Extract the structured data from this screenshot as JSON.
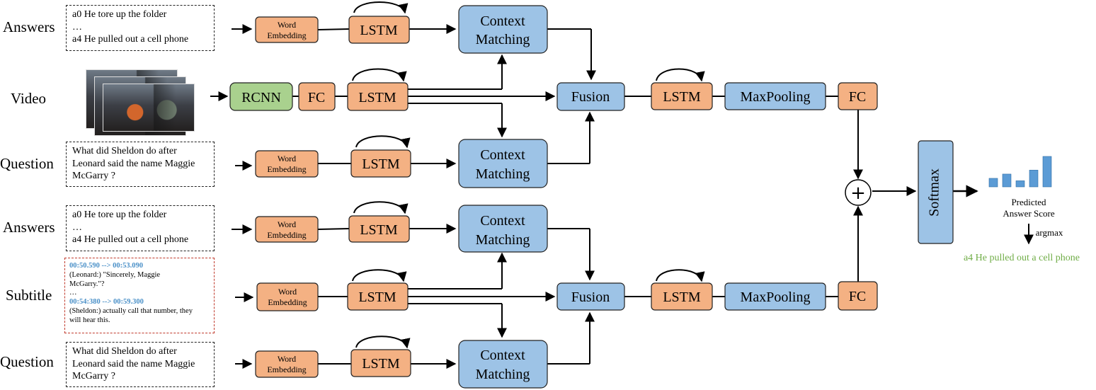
{
  "labels": {
    "answers": "Answers",
    "video": "Video",
    "question": "Question",
    "subtitle": "Subtitle"
  },
  "answers_box": {
    "line1": "a0 He tore up the folder",
    "line2": "…",
    "line3": "a4 He pulled  out a cell  phone"
  },
  "question_box": {
    "line1": "What did Sheldon do after",
    "line2": "Leonard said the name Maggie",
    "line3": "McGarry ?"
  },
  "subtitle_box": {
    "ts1": "00:50.590 --> 00:53.090",
    "line1": "(Leonard:) \"Sincerely, Maggie",
    "line2": "McGarry.\"?",
    "line3": "…",
    "ts2": "00:54:380 --> 00:59.300",
    "line4": "(Sheldon:) actually call that number, they",
    "line5": "will hear this."
  },
  "blocks": {
    "word_embedding_1": "Word",
    "word_embedding_2": "Embedding",
    "lstm": "LSTM",
    "context": "Context",
    "matching": "Matching",
    "rcnn": "RCNN",
    "fc": "FC",
    "fusion": "Fusion",
    "maxpooling": "MaxPooling",
    "softmax": "Softmax",
    "plus": "+"
  },
  "output": {
    "predicted": "Predicted",
    "answer_score": "Answer Score",
    "argmax": "argmax",
    "result": "a4 He pulled  out a cell  phone",
    "score_bars": [
      0.28,
      0.42,
      0.2,
      0.55,
      1.0
    ]
  },
  "colors": {
    "orange": "#F4B183",
    "blue": "#9DC3E6",
    "green": "#A9D18E",
    "result_green": "#70AD47",
    "bar_blue": "#5B9BD5",
    "dashed_red": "#C0392B"
  }
}
